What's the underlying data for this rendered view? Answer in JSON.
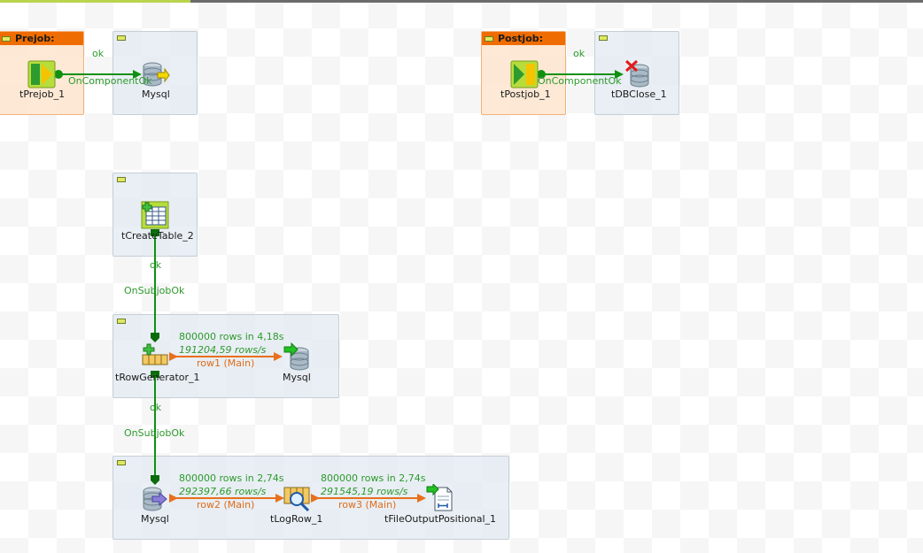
{
  "subjobs": {
    "prejob": {
      "title": "Prejob:",
      "component": "tPrejob_1"
    },
    "prejob_target": {
      "component": "Mysql"
    },
    "postjob": {
      "title": "Postjob:",
      "component": "tPostjob_1"
    },
    "postjob_target": {
      "component": "tDBClose_1"
    },
    "create": {
      "component": "tCreateTable_2"
    },
    "rowgen": {
      "source": "tRowGenerator_1",
      "target": "Mysql"
    },
    "log": {
      "source": "Mysql",
      "middle": "tLogRow_1",
      "target": "tFileOutputPositional_1"
    }
  },
  "links": {
    "prejob_ok": "ok",
    "prejob_oncomponent": "OnComponentOk",
    "postjob_ok": "ok",
    "postjob_oncomponent": "OnComponentOk",
    "sub1_ok": "ok",
    "sub1_onsubjob": "OnSubjobOk",
    "sub2_ok": "ok",
    "sub2_onsubjob": "OnSubjobOk"
  },
  "flows": {
    "row1": {
      "stats": "800000 rows in 4,18s",
      "rate": "191204,59 rows/s",
      "name": "row1 (Main)"
    },
    "row2": {
      "stats": "800000 rows in 2,74s",
      "rate": "292397,66 rows/s",
      "name": "row2 (Main)"
    },
    "row3": {
      "stats": "800000 rows in 2,74s",
      "rate": "291545,19 rows/s",
      "name": "row3 (Main)"
    }
  },
  "colors": {
    "trigger": "#109010",
    "main_flow": "#e8701c",
    "subjob_header": "#ef6c00"
  }
}
